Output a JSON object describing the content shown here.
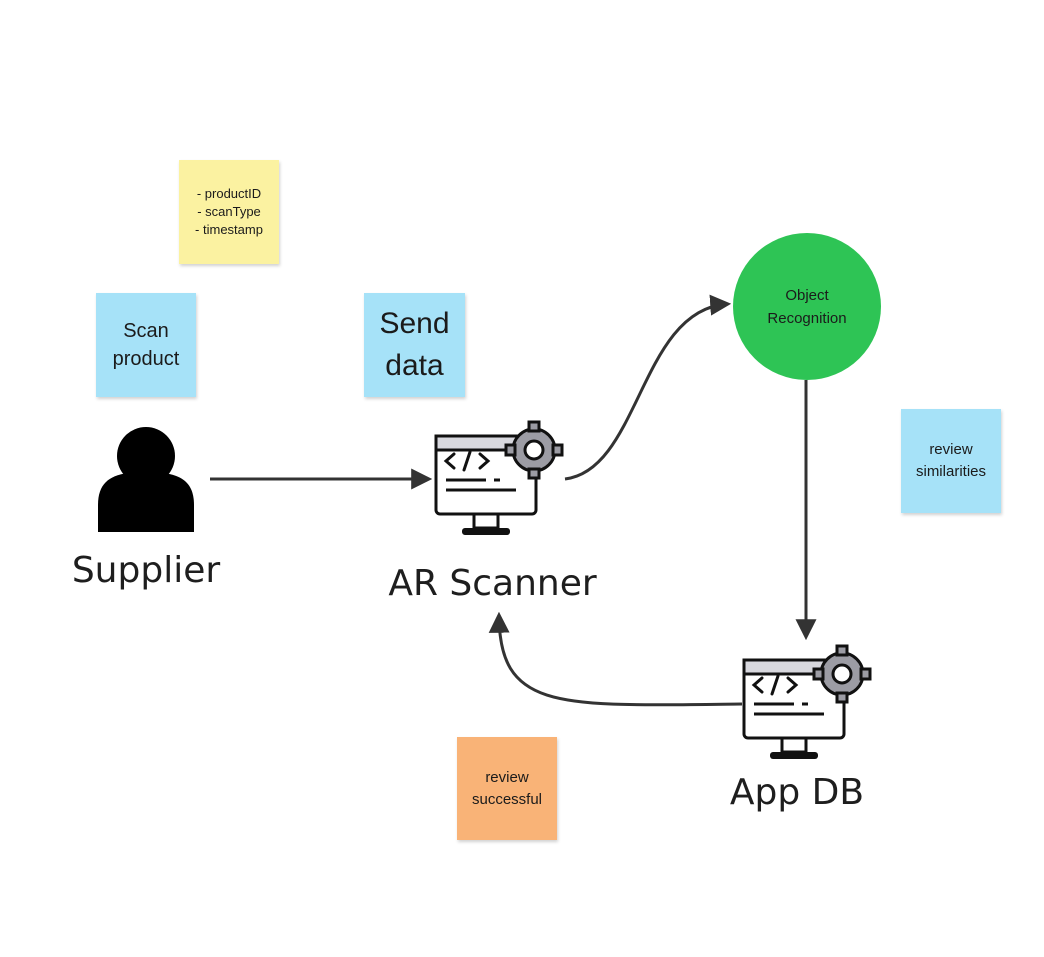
{
  "nodes": {
    "supplier": {
      "label": "Supplier",
      "icon": "person-icon"
    },
    "ar_scanner": {
      "label": "AR Scanner",
      "icon": "code-monitor-gear-icon"
    },
    "object_recognition": {
      "label": "Object\nRecognition",
      "color": "#2ec455"
    },
    "app_db": {
      "label": "App DB",
      "icon": "code-monitor-gear-icon"
    }
  },
  "notes": {
    "fields": {
      "text": "- productID\n- scanType\n- timestamp",
      "color": "#fbf2a1"
    },
    "scan_product": {
      "text": "Scan\nproduct",
      "color": "#a6e2f8"
    },
    "send_data": {
      "text": "Send\ndata",
      "color": "#a6e2f8"
    },
    "review_similarities": {
      "text": "review\nsimilarities",
      "color": "#a6e2f8"
    },
    "review_successful": {
      "text": "review\nsuccessful",
      "color": "#f9b377"
    }
  },
  "edges": [
    {
      "from": "Supplier",
      "to": "AR Scanner"
    },
    {
      "from": "AR Scanner",
      "to": "Object Recognition"
    },
    {
      "from": "Object Recognition",
      "to": "App DB"
    },
    {
      "from": "App DB",
      "to": "AR Scanner"
    }
  ],
  "colors": {
    "arrow": "#333333",
    "icon_gear": "#9c9ca4",
    "icon_screen": "#d8d8de"
  }
}
